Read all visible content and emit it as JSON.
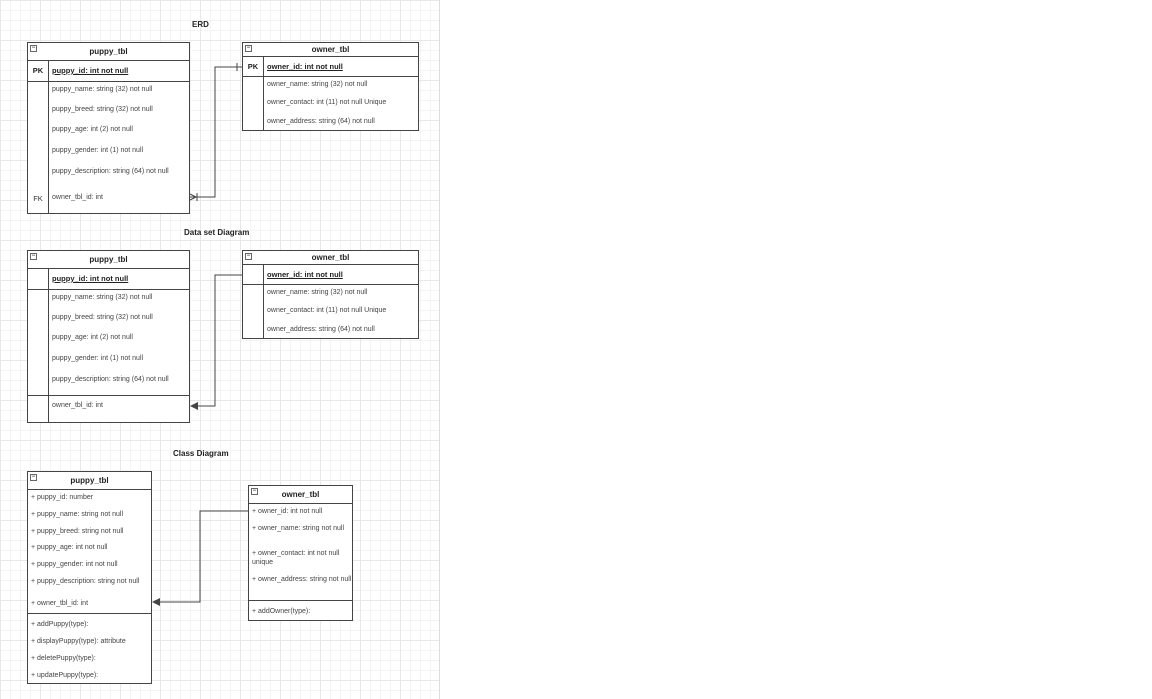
{
  "erd": {
    "title": "ERD",
    "puppy_tbl": {
      "name": "puppy_tbl",
      "pk_label": "PK",
      "pk_field": "puppy_id: int not null",
      "fields": [
        "puppy_name: string (32) not null",
        "puppy_breed: string (32) not null",
        "puppy_age: int (2) not null",
        "puppy_gender: int (1) not null",
        "puppy_description: string (64) not null"
      ],
      "fk_label": "FK",
      "fk_field": "owner_tbl_id: int"
    },
    "owner_tbl": {
      "name": "owner_tbl",
      "pk_label": "PK",
      "pk_field": "owner_id: int not null",
      "fields": [
        "owner_name: string (32) not null",
        "owner_contact: int (11) not null Unique",
        "owner_address: string (64) not null"
      ]
    }
  },
  "dataset": {
    "title": "Data set Diagram",
    "puppy_tbl": {
      "name": "puppy_tbl",
      "pk_field": "puppy_id: int not null",
      "fields": [
        "puppy_name: string (32) not null",
        "puppy_breed: string (32) not null",
        "puppy_age: int (2) not null",
        "puppy_gender: int (1) not null",
        "puppy_description: string (64) not null"
      ],
      "fk_field": "owner_tbl_id: int"
    },
    "owner_tbl": {
      "name": "owner_tbl",
      "pk_field": "owner_id: int not null",
      "fields": [
        "owner_name: string (32) not null",
        "owner_contact: int (11) not null Unique",
        "owner_address: string (64) not null"
      ]
    }
  },
  "class_diagram": {
    "title": "Class Diagram",
    "puppy_tbl": {
      "name": "puppy_tbl",
      "attributes": [
        "+ puppy_id: number",
        "+ puppy_name: string not null",
        "+ puppy_breed: string not null",
        "+ puppy_age: int not null",
        "+ puppy_gender: int not null",
        "+ puppy_description: string not null",
        "+ owner_tbl_id: int"
      ],
      "methods": [
        "+ addPuppy(type):",
        "+ displayPuppy(type): attribute",
        "+ deletePuppy(type):",
        "+ updatePuppy(type):"
      ]
    },
    "owner_tbl": {
      "name": "owner_tbl",
      "attributes": [
        "+ owner_id: int not null",
        "+ owner_name: string not null",
        "+ owner_contact: int not null unique",
        "+ owner_address: string not null"
      ],
      "methods": [
        "+ addOwner(type):"
      ]
    }
  },
  "icons": {
    "collapse": "collapse-toggle-icon",
    "arrow": "arrowhead-icon",
    "crowsfoot": "crows-foot-icon"
  },
  "colors": {
    "line": "#444444",
    "grid": "#e8e8e8",
    "background": "#ffffff"
  }
}
